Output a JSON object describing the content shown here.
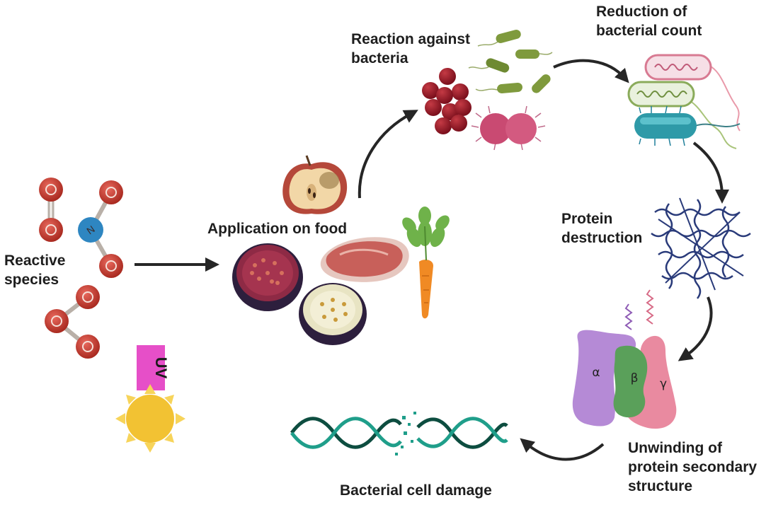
{
  "labels": {
    "reactive_species": [
      "Reactive",
      "species"
    ],
    "application_on_food": "Application on food",
    "reaction_against_bacteria": [
      "Reaction against",
      "bacteria"
    ],
    "reduction_of_bacterial_count": [
      "Reduction of",
      "bacterial count"
    ],
    "protein_destruction": [
      "Protein",
      "destruction"
    ],
    "unwinding_of_protein_secondary_structure": [
      "Unwinding of",
      "protein secondary",
      "structure"
    ],
    "bacterial_cell_damage": "Bacterial cell damage"
  },
  "molecule_atoms": {
    "oxygen": "O",
    "nitrogen": "N"
  },
  "uv_label": "UV",
  "protein_subunits": {
    "alpha": "α",
    "beta": "β",
    "gamma": "γ"
  },
  "colors": {
    "oxygen_atom": "#c0392b",
    "nitrogen_atom": "#2e86c1",
    "arrow": "#262626",
    "uv_box": "#e64fc8",
    "sun": "#f2c233",
    "alpha_subunit": "#b58ad6",
    "beta_subunit": "#5aa05a",
    "gamma_subunit": "#e98aa0",
    "dna_strand_dark": "#0d4d40",
    "dna_strand_light": "#1f9e8a",
    "protein_mesh": "#2a3b7a"
  }
}
